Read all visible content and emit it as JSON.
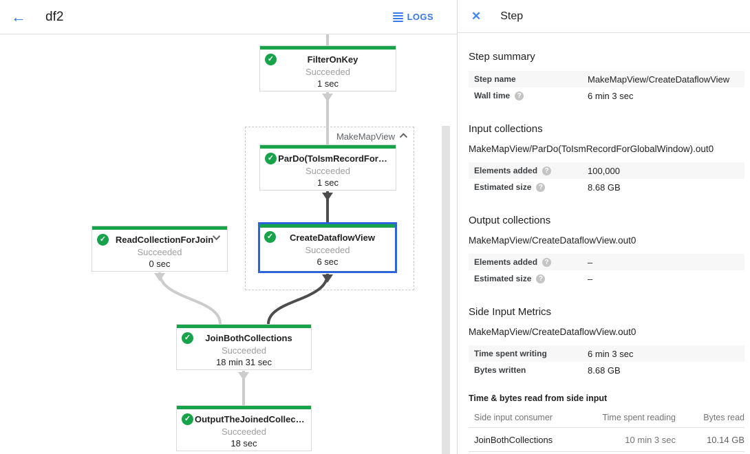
{
  "header": {
    "back_icon": "arrow-left",
    "title": "df2",
    "logs_label": "LOGS"
  },
  "colors": {
    "success_green": "#16a34a",
    "selected_blue": "#2b64d9",
    "link_blue": "#1a73e8"
  },
  "graph": {
    "group_label": "MakeMapView",
    "nodes": [
      {
        "title": "FilterOnKey",
        "status": "Succeeded",
        "time": "1 sec"
      },
      {
        "title": "ParDo(ToIsmRecordFor…",
        "status": "Succeeded",
        "time": "1 sec"
      },
      {
        "title": "ReadCollectionForJoin",
        "status": "Succeeded",
        "time": "0 sec"
      },
      {
        "title": "CreateDataflowView",
        "status": "Succeeded",
        "time": "6 sec",
        "selected": true
      },
      {
        "title": "JoinBothCollections",
        "status": "Succeeded",
        "time": "18 min 31 sec"
      },
      {
        "title": "OutputTheJoinedCollec…",
        "status": "Succeeded",
        "time": "18 sec"
      }
    ]
  },
  "panel": {
    "title": "Step",
    "step_summary": {
      "heading": "Step summary",
      "rows": [
        {
          "label": "Step name",
          "value": "MakeMapView/CreateDataflowView"
        },
        {
          "label": "Wall time",
          "value": "6 min 3 sec"
        }
      ]
    },
    "input_collections": {
      "heading": "Input collections",
      "collection": "MakeMapView/ParDo(ToIsmRecordForGlobalWindow).out0",
      "rows": [
        {
          "label": "Elements added",
          "value": "100,000"
        },
        {
          "label": "Estimated size",
          "value": "8.68 GB"
        }
      ]
    },
    "output_collections": {
      "heading": "Output collections",
      "collection": "MakeMapView/CreateDataflowView.out0",
      "rows": [
        {
          "label": "Elements added",
          "value": "–"
        },
        {
          "label": "Estimated size",
          "value": "–"
        }
      ]
    },
    "side_input_metrics": {
      "heading": "Side Input Metrics",
      "collection": "MakeMapView/CreateDataflowView.out0",
      "rows": [
        {
          "label": "Time spent writing",
          "value": "6 min 3 sec"
        },
        {
          "label": "Bytes written",
          "value": "8.68 GB"
        }
      ]
    },
    "side_input_table": {
      "heading": "Time & bytes read from side input",
      "columns": [
        "Side input consumer",
        "Time spent reading",
        "Bytes read"
      ],
      "rows": [
        {
          "consumer": "JoinBothCollections",
          "time": "10 min 3 sec",
          "bytes": "10.14 GB"
        }
      ]
    }
  }
}
